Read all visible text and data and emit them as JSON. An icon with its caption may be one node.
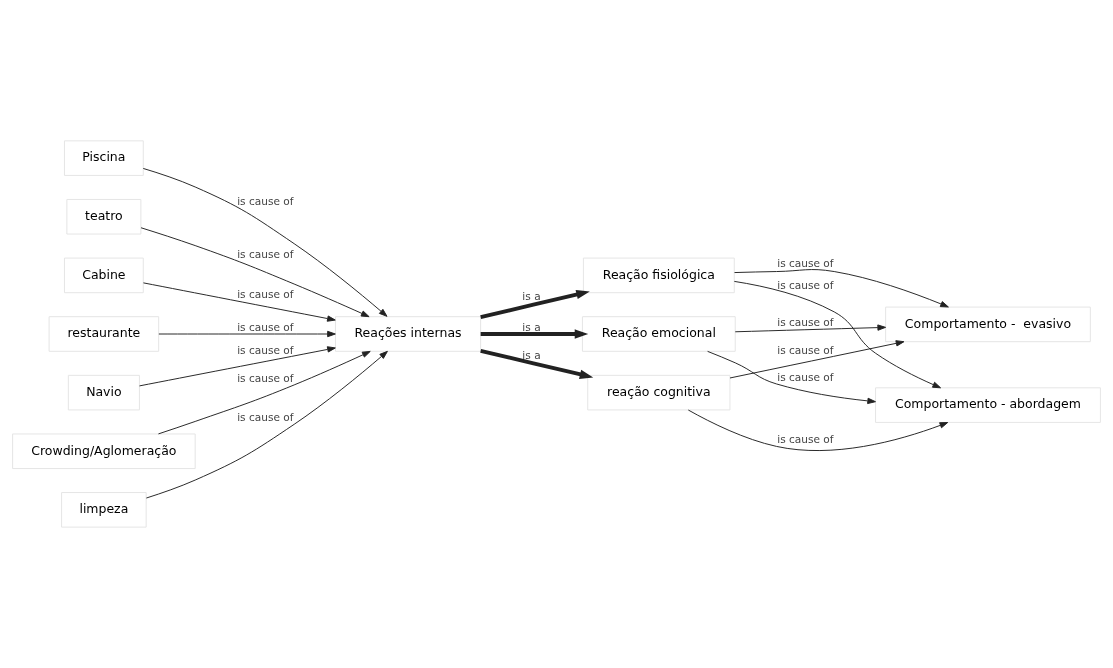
{
  "diagram": {
    "nodes": [
      {
        "text": [
          "Piscina"
        ]
      },
      {
        "text": [
          "teatro"
        ]
      },
      {
        "text": [
          "Cabine"
        ]
      },
      {
        "text": [
          "restaurante"
        ]
      },
      {
        "text": [
          "Navio"
        ]
      },
      {
        "text": [
          "Crowding/Aglomeração"
        ]
      },
      {
        "text": [
          "limpeza"
        ]
      },
      {
        "text": [
          "Reações internas"
        ]
      },
      {
        "text": [
          "Reação fisiológica"
        ]
      },
      {
        "text": [
          "Reação emocional"
        ]
      },
      {
        "text": [
          "reação cognitiva"
        ]
      },
      {
        "text": [
          "Comportamento -  evasivo"
        ]
      },
      {
        "text": [
          "Comportamento - abordagem"
        ]
      }
    ],
    "edges": [
      {
        "from": 0,
        "to": 7,
        "arrow": "to",
        "label": "is cause of"
      },
      {
        "from": 1,
        "to": 7,
        "arrow": "to",
        "label": "is cause of"
      },
      {
        "from": 2,
        "to": 7,
        "arrow": "to",
        "label": "is cause of"
      },
      {
        "from": 3,
        "to": 7,
        "arrow": "to",
        "label": "is cause of"
      },
      {
        "from": 4,
        "to": 7,
        "arrow": "to",
        "label": "is cause of"
      },
      {
        "from": 5,
        "to": 7,
        "arrow": "to",
        "label": "is cause of"
      },
      {
        "from": 6,
        "to": 7,
        "arrow": "to",
        "label": "is cause of"
      },
      {
        "from": 7,
        "to": 8,
        "arrow": "to",
        "label": "is a",
        "style": "thick"
      },
      {
        "from": 7,
        "to": 9,
        "arrow": "to",
        "label": "is a",
        "style": "thick"
      },
      {
        "from": 7,
        "to": 10,
        "arrow": "to",
        "label": "is a",
        "style": "thick"
      },
      {
        "from": 8,
        "to": 11,
        "arrow": "to",
        "label": "is cause of"
      },
      {
        "from": 9,
        "to": 11,
        "arrow": "to",
        "label": "is cause of"
      },
      {
        "from": 10,
        "to": 11,
        "arrow": "to",
        "label": "is cause of"
      },
      {
        "from": 9,
        "to": 12,
        "arrow": "to",
        "label": "is cause of"
      },
      {
        "from": 8,
        "to": 12,
        "arrow": "to",
        "label": "is cause of"
      },
      {
        "from": 10,
        "to": 12,
        "arrow": "to",
        "label": "is cause of"
      }
    ]
  }
}
